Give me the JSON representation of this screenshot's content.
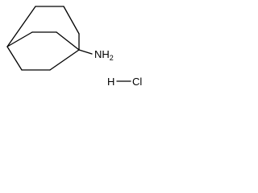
{
  "molecule": {
    "amine_label": {
      "main": "NH",
      "subscript": "2"
    },
    "hcl": {
      "hydrogen": "H",
      "chlorine": "Cl"
    }
  },
  "colors": {
    "bond": "#000000",
    "text": "#000000",
    "background": "#ffffff"
  }
}
